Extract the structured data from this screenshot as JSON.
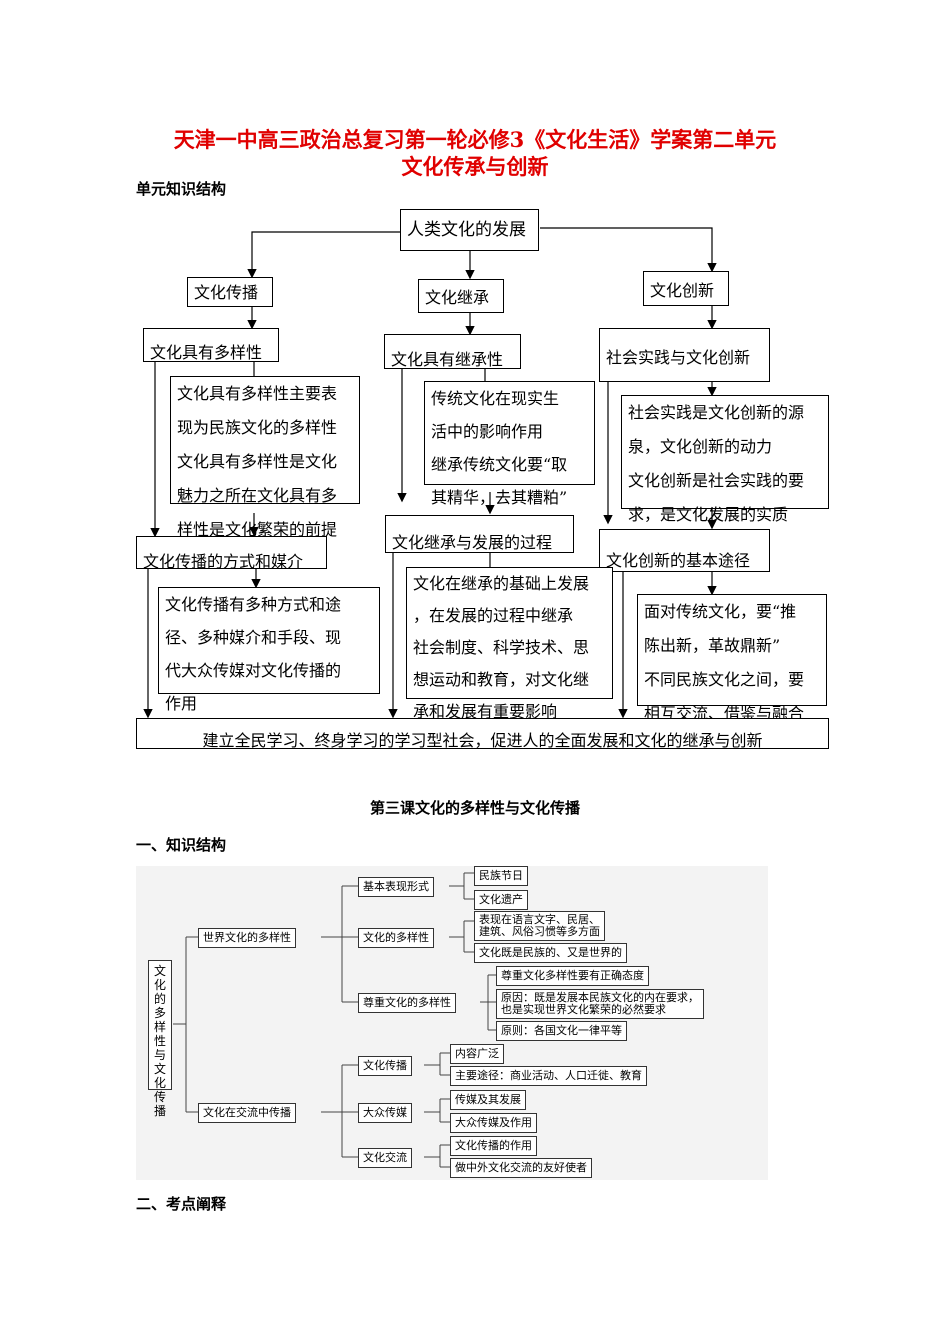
{
  "title": {
    "line1": "天津一中高三政治总复习第一轮必修3《文化生活》学案第二单元",
    "line2": "文化传承与创新"
  },
  "section_unit": "单元知识结构",
  "diagram1": {
    "root": "人类文化的发展",
    "col1": {
      "head": "文化传播",
      "sub1": "文化具有多样性",
      "detail1": [
        "文化具有多样性主要表",
        "现为民族文化的多样性",
        "文化具有多样性是文化",
        "魅力之所在文化具有多",
        "样性是文化繁荣的前提"
      ],
      "sub2": "文化传播的方式和媒介",
      "detail2": [
        "文化传播有多种方式和途",
        "径、多种媒介和手段、现",
        "代大众传媒对文化传播的",
        "作用"
      ]
    },
    "col2": {
      "head": "文化继承",
      "sub1": "文化具有继承性",
      "detail1": [
        "传统文化在现实生",
        "活中的影响作用",
        "继承传统文化要“取",
        "其精华，去其糟粕”"
      ],
      "sub2": "文化继承与发展的过程",
      "detail2": [
        "文化在继承的基础上发展",
        "，在发展的过程中继承",
        "社会制度、科学技术、思",
        "想运动和教育，对文化继",
        "承和发展有重要影响"
      ]
    },
    "col3": {
      "head": "文化创新",
      "sub1": "社会实践与文化创新",
      "detail1": [
        "社会实践是文化创新的源",
        "泉，文化创新的动力",
        "文化创新是社会实践的要",
        "求，是文化发展的实质"
      ],
      "sub2": "文化创新的基本途径",
      "detail2": [
        "面对传统文化，要“推",
        "陈出新，革故鼎新”",
        "不同民族文化之间，要",
        "相互交流、借鉴与融合"
      ]
    },
    "bottom": "建立全民学习、终身学习的学习型社会，促进人的全面发展和文化的继承与创新"
  },
  "lesson_title": "第三课文化的多样性与文化传播",
  "section1": "一、知识结构",
  "diagram2": {
    "root": "文化的多样性与文化传播",
    "branch1": {
      "label": "世界文化的多样性",
      "children": [
        {
          "label": "基本表现形式",
          "leaves": [
            "民族节日",
            "文化遗产"
          ]
        },
        {
          "label": "文化的多样性",
          "leaves": [
            "表现在语言文字、民居、\n建筑、风俗习惯等多方面",
            "文化既是民族的、又是世界的"
          ]
        },
        {
          "label": "尊重文化的多样性",
          "leaves": [
            "尊重文化多样性要有正确态度",
            "原因：既是发展本民族文化的内在要求，\n也是实现世界文化繁荣的必然要求",
            "原则：各国文化一律平等"
          ]
        }
      ]
    },
    "branch2": {
      "label": "文化在交流中传播",
      "children": [
        {
          "label": "文化传播",
          "leaves": [
            "内容广泛",
            "主要途径：商业活动、人口迁徙、教育"
          ]
        },
        {
          "label": "大众传媒",
          "leaves": [
            "传媒及其发展",
            "大众传媒及作用"
          ]
        },
        {
          "label": "文化交流",
          "leaves": [
            "文化传播的作用",
            "做中外文化交流的友好使者"
          ]
        }
      ]
    }
  },
  "section2": "二、考点阐释"
}
